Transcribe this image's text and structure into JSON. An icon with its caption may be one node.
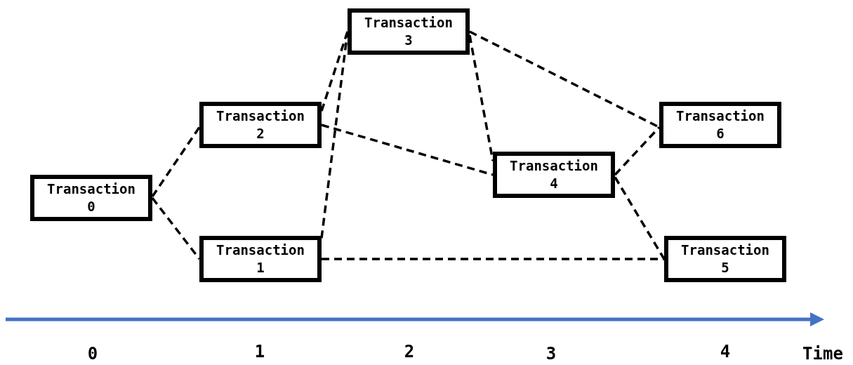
{
  "diagram": {
    "nodes": [
      {
        "text": [
          "Transaction 0"
        ]
      },
      {
        "text": [
          "Transaction 1"
        ]
      },
      {
        "text": [
          "Transaction 2"
        ]
      },
      {
        "text": [
          "Transaction 3"
        ]
      },
      {
        "text": [
          "Transaction 4"
        ]
      },
      {
        "text": [
          "Transaction 5"
        ]
      },
      {
        "text": [
          "Transaction 6"
        ]
      }
    ],
    "edges": [
      {
        "from": 0,
        "to": 2,
        "arrow": "none",
        "style": "dashed"
      },
      {
        "from": 0,
        "to": 1,
        "arrow": "none",
        "style": "dashed"
      },
      {
        "from": 2,
        "to": 3,
        "arrow": "none",
        "style": "dashed"
      },
      {
        "from": 1,
        "to": 3,
        "arrow": "none",
        "style": "dashed"
      },
      {
        "from": 2,
        "to": 4,
        "arrow": "none",
        "style": "dashed"
      },
      {
        "from": 1,
        "to": 5,
        "arrow": "none",
        "style": "dashed"
      },
      {
        "from": 3,
        "to": 4,
        "arrow": "none",
        "style": "dashed"
      },
      {
        "from": 3,
        "to": 6,
        "arrow": "none",
        "style": "dashed"
      },
      {
        "from": 4,
        "to": 6,
        "arrow": "none",
        "style": "dashed"
      },
      {
        "from": 4,
        "to": 5,
        "arrow": "none",
        "style": "dashed"
      }
    ],
    "labels": [
      "0",
      "1",
      "2",
      "3",
      "4",
      "Time"
    ]
  }
}
